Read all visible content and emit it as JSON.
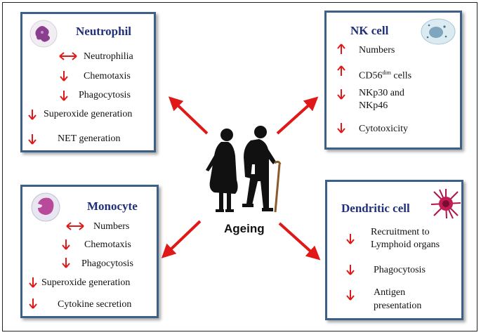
{
  "center": {
    "label": "Ageing"
  },
  "panels": {
    "neutrophil": {
      "title": "Neutrophil",
      "items": [
        {
          "dir": "both",
          "text": "Neutrophilia"
        },
        {
          "dir": "down",
          "text": "Chemotaxis"
        },
        {
          "dir": "down",
          "text": "Phagocytosis"
        },
        {
          "dir": "down",
          "text": "Superoxide generation"
        },
        {
          "dir": "down",
          "text": "NET generation"
        }
      ]
    },
    "nk": {
      "title": "NK cell",
      "items": [
        {
          "dir": "up",
          "text": "Numbers"
        },
        {
          "dir": "up",
          "text_main": "CD56",
          "text_sup": "dim",
          "text_tail": " cells"
        },
        {
          "dir": "down",
          "text_line1": "NKp30 and",
          "text_line2": "NKp46"
        },
        {
          "dir": "down",
          "text": "Cytotoxicity"
        }
      ]
    },
    "monocyte": {
      "title": "Monocyte",
      "items": [
        {
          "dir": "both",
          "text": "Numbers"
        },
        {
          "dir": "down",
          "text": "Chemotaxis"
        },
        {
          "dir": "down",
          "text": "Phagocytosis"
        },
        {
          "dir": "down",
          "text": "Superoxide generation"
        },
        {
          "dir": "down",
          "text": "Cytokine secretion"
        }
      ]
    },
    "dendritic": {
      "title": "Dendritic cell",
      "items": [
        {
          "dir": "down",
          "text_line1": "Recruitment to",
          "text_line2": "Lymphoid organs"
        },
        {
          "dir": "down",
          "text": "Phagocytosis"
        },
        {
          "dir": "down",
          "text_line1": "Antigen",
          "text_line2": "presentation"
        }
      ]
    }
  },
  "colors": {
    "arrow": "#e01818",
    "panel_border": "#3d6088",
    "title": "#1f2f78"
  }
}
